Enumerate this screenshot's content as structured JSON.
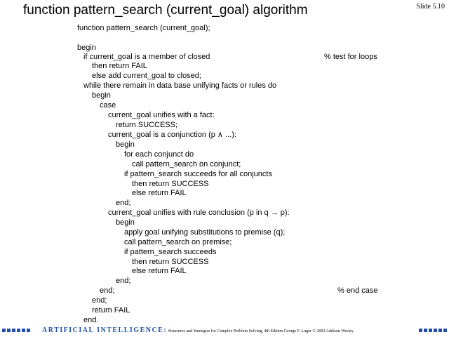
{
  "slide": {
    "title": "function pattern_search (current_goal) algorithm",
    "number": "Slide 5.10"
  },
  "code": {
    "lines": [
      "function pattern_search (current_goal);",
      "begin",
      "if current_goal is a member of closed",
      "then return FAIL",
      "else add current_goal to closed;",
      "while there remain in data base unifying facts or rules do",
      "begin",
      "case",
      "current_goal unifies with a fact:",
      "return SUCCESS;",
      "current_goal is a conjunction (p ∧ ...):",
      "begin",
      "for each conjunct do",
      "call pattern_search on conjunct;",
      "if pattern_search succeeds for all conjuncts",
      "then return SUCCESS",
      "else return FAIL",
      "end;",
      "current_goal unifies with rule conclusion (p in q → p):",
      "begin",
      "apply goal unifying substitutions to premise (q);",
      "call pattern_search on premise;",
      "if pattern_search succeeds",
      "then return SUCCESS",
      "else return FAIL",
      "end;",
      "end;",
      "end;",
      "return FAIL",
      "end."
    ],
    "comments": [
      "% test for loops",
      "% end case"
    ]
  },
  "footer": {
    "brand": "ARTIFICIAL INTELLIGENCE:",
    "subtitle": "Structures and Strategies for Complex Problem Solving, 4th Edition George F. Luger",
    "copyright": "© 2002 Addison Wesley"
  },
  "colors": {
    "accent": "#1f4fa8"
  }
}
